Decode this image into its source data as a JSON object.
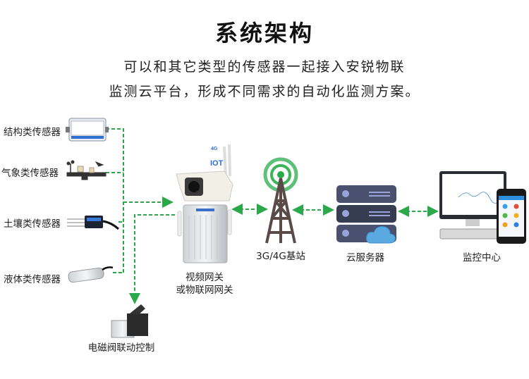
{
  "title": "系统架构",
  "subtitle_lines": [
    "可以和其它类型的传感器一起接入安锐物联",
    "监测云平台，形成不同需求的自动化监测方案。"
  ],
  "sensors": [
    {
      "label": "结构类传感器"
    },
    {
      "label": "气象类传感器"
    },
    {
      "label": "土壤类传感器"
    },
    {
      "label": "液体类传感器"
    }
  ],
  "gateway": {
    "label_line1": "视频网关",
    "label_line2": "或物联网网关",
    "badge_4g": "4G",
    "badge_iot": "IOT"
  },
  "tower": {
    "label": "3G/4G基站"
  },
  "server": {
    "label": "云服务器"
  },
  "monitor": {
    "label": "监控中心"
  },
  "valve": {
    "label": "电磁阀联动控制"
  },
  "colors": {
    "connector": "#2aa84a",
    "tower_ring": "#3cb55a",
    "tower_body": "#5a4a48",
    "server": "#4a5170",
    "cloud": "#5aa9e0"
  }
}
